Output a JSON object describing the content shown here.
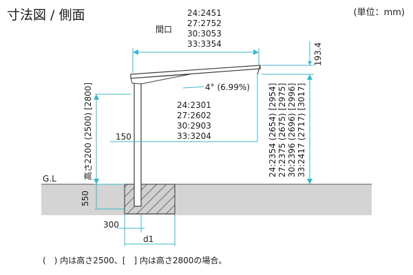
{
  "title": "寸法図 / 側面",
  "unit": "(単位：mm)",
  "opening": {
    "label": "間口",
    "values": [
      "24:2451",
      "27:2752",
      "30:3053",
      "33:3354"
    ]
  },
  "roof_thickness": "193.4",
  "slope": "4° (6.99%)",
  "depth_to_post": {
    "values": [
      "24:2301",
      "27:2602",
      "30:2903",
      "33:3204"
    ]
  },
  "post_offset": "150",
  "height_label": "高さ2200 (2500) [2800]",
  "right_heights": [
    "24:2354 (2654) [2954]",
    "27:2375 (2675) [2975]",
    "30:2396 (2696) [2996]",
    "33:2417 (2717) [3017]"
  ],
  "gl_label": "G.L",
  "foundation_depth": "550",
  "foundation_width": "300",
  "d1_label": "d1",
  "note": "(　) 内は高さ2500、[　] 内は高さ2800の場合。"
}
